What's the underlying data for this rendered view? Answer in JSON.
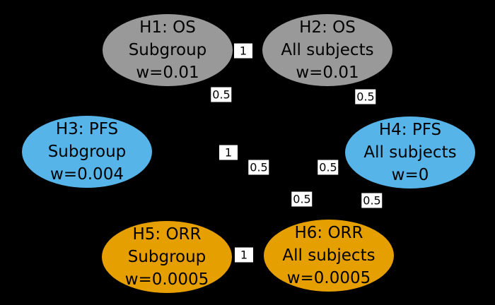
{
  "figure": {
    "background_color": "#000000",
    "description": "Graphical multiple testing procedure with six hypotheses (OS, PFS, ORR in subgroup and all subjects)"
  },
  "colors": {
    "os_fill": "#999999",
    "pfs_fill": "#56B4E9",
    "orr_fill": "#E69F00",
    "node_text": "#000000",
    "edge_label_background": "#FFFFFF",
    "edge_label_text": "#000000"
  },
  "nodes": [
    {
      "id": "H1",
      "title": "H1: OS",
      "population": "Subgroup",
      "weight": "w=0.01",
      "fill": "#999999"
    },
    {
      "id": "H2",
      "title": "H2: OS",
      "population": "All subjects",
      "weight": "w=0.01",
      "fill": "#999999"
    },
    {
      "id": "H3",
      "title": "H3: PFS",
      "population": "Subgroup",
      "weight": "w=0.004",
      "fill": "#56B4E9"
    },
    {
      "id": "H4",
      "title": "H4: PFS",
      "population": "All subjects",
      "weight": "w=0",
      "fill": "#56B4E9"
    },
    {
      "id": "H5",
      "title": "H5: ORR",
      "population": "Subgroup",
      "weight": "w=0.0005",
      "fill": "#E69F00"
    },
    {
      "id": "H6",
      "title": "H6: ORR",
      "population": "All subjects",
      "weight": "w=0.0005",
      "fill": "#E69F00"
    }
  ],
  "edge_labels": [
    {
      "value": "1"
    },
    {
      "value": "0.5"
    },
    {
      "value": "0.5"
    },
    {
      "value": "1"
    },
    {
      "value": "0.5"
    },
    {
      "value": "0.5"
    },
    {
      "value": "0.5"
    },
    {
      "value": "0.5"
    },
    {
      "value": "1"
    }
  ]
}
